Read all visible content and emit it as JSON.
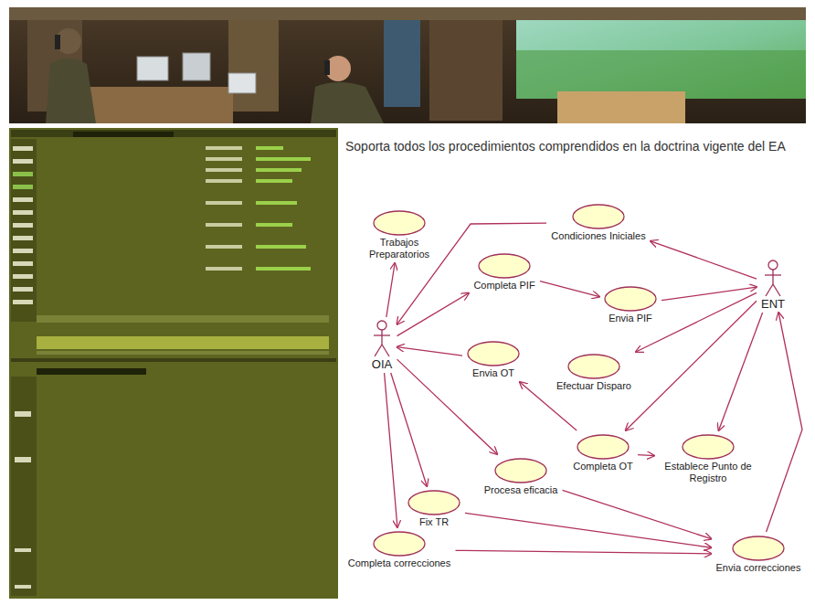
{
  "diagram": {
    "title": "Soporta todos los procedimientos comprendidos en la doctrina vigente del EA",
    "nodes": [
      {
        "text": [
          "Trabajos Preparatorios"
        ]
      },
      {
        "text": [
          "Condiciones Iniciales"
        ]
      },
      {
        "text": [
          "ENT"
        ]
      },
      {
        "text": [
          "Completa PIF"
        ]
      },
      {
        "text": [
          "Envia PIF"
        ]
      },
      {
        "text": [
          "OIA"
        ]
      },
      {
        "text": [
          "Envia OT"
        ]
      },
      {
        "text": [
          "Efectuar Disparo"
        ]
      },
      {
        "text": [
          "Completa OT"
        ]
      },
      {
        "text": [
          "Establece Punto de Registro"
        ]
      },
      {
        "text": [
          "Procesa eficacia"
        ]
      },
      {
        "text": [
          "Fix TR"
        ]
      },
      {
        "text": [
          "Completa correcciones"
        ]
      },
      {
        "text": [
          "Envia correcciones"
        ]
      }
    ],
    "edges": [
      {
        "from": 2,
        "to": 1,
        "arrow": "to"
      },
      {
        "from": 1,
        "to": 5,
        "arrow": "to"
      },
      {
        "from": 5,
        "to": 0,
        "arrow": "to"
      },
      {
        "from": 5,
        "to": 3,
        "arrow": "to"
      },
      {
        "from": 3,
        "to": 4,
        "arrow": "to"
      },
      {
        "from": 4,
        "to": 2,
        "arrow": "to"
      },
      {
        "from": 2,
        "to": 7,
        "arrow": "to"
      },
      {
        "from": 2,
        "to": 8,
        "arrow": "to"
      },
      {
        "from": 2,
        "to": 9,
        "arrow": "to"
      },
      {
        "from": 8,
        "to": 6,
        "arrow": "to"
      },
      {
        "from": 6,
        "to": 5,
        "arrow": "to"
      },
      {
        "from": 8,
        "to": 9,
        "arrow": "to"
      },
      {
        "from": 5,
        "to": 10,
        "arrow": "to"
      },
      {
        "from": 5,
        "to": 11,
        "arrow": "to"
      },
      {
        "from": 5,
        "to": 12,
        "arrow": "to"
      },
      {
        "from": 10,
        "to": 13,
        "arrow": "to"
      },
      {
        "from": 11,
        "to": 13,
        "arrow": "to"
      },
      {
        "from": 12,
        "to": 13,
        "arrow": "to"
      },
      {
        "from": 13,
        "to": 2,
        "arrow": "to"
      }
    ]
  }
}
